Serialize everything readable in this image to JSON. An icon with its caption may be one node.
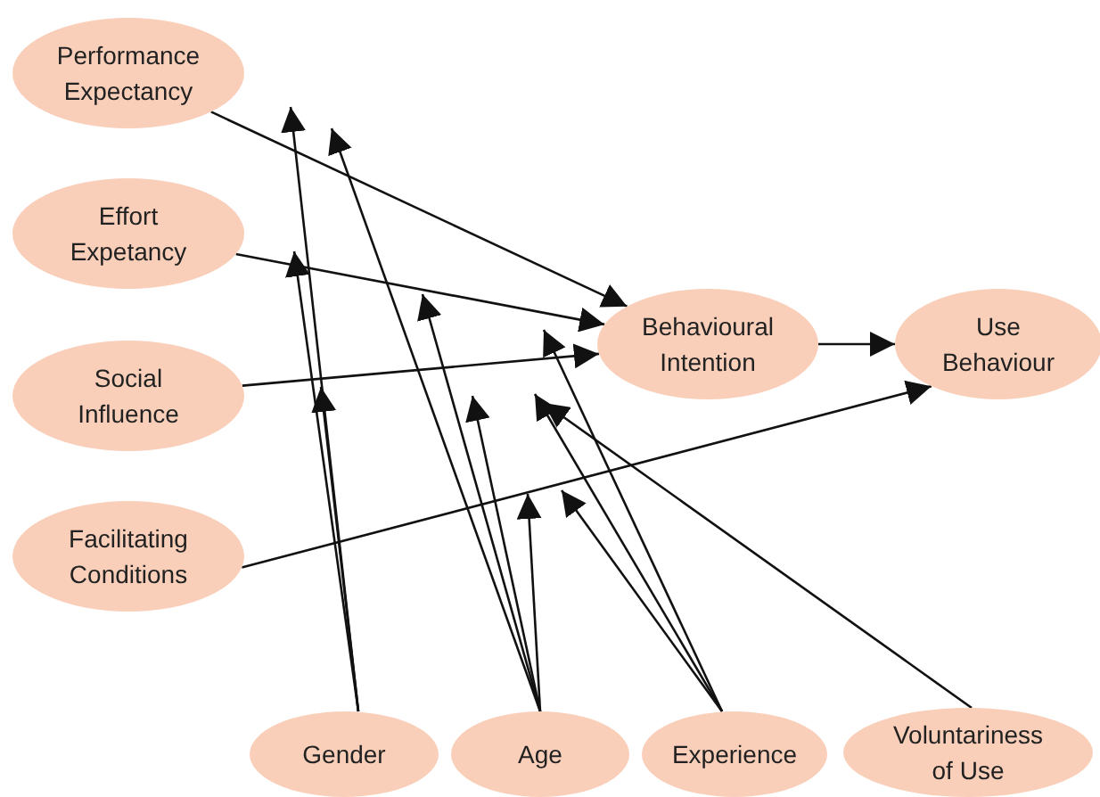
{
  "diagram": {
    "nodes": [
      {
        "text": [
          "Performance Expectancy"
        ]
      },
      {
        "text": [
          "Effort Expetancy"
        ]
      },
      {
        "text": [
          "Social Influence"
        ]
      },
      {
        "text": [
          "Facilitating Conditions"
        ]
      },
      {
        "text": [
          "Behavioural Intention"
        ]
      },
      {
        "text": [
          "Use Behaviour"
        ]
      },
      {
        "text": [
          "Gender"
        ]
      },
      {
        "text": [
          "Age"
        ]
      },
      {
        "text": [
          "Experience"
        ]
      },
      {
        "text": [
          "Voluntariness of Use"
        ]
      }
    ],
    "edges": [
      {
        "from": 0,
        "to": 4,
        "arrow": "to"
      },
      {
        "from": 1,
        "to": 4,
        "arrow": "to"
      },
      {
        "from": 2,
        "to": 4,
        "arrow": "to"
      },
      {
        "from": 3,
        "to": 5,
        "arrow": "to"
      },
      {
        "from": 4,
        "to": 5,
        "arrow": "to"
      },
      {
        "from": 6,
        "to": null,
        "arrow": "to"
      },
      {
        "from": 6,
        "to": null,
        "arrow": "to"
      },
      {
        "from": 6,
        "to": null,
        "arrow": "to"
      },
      {
        "from": 7,
        "to": null,
        "arrow": "to"
      },
      {
        "from": 7,
        "to": null,
        "arrow": "to"
      },
      {
        "from": 7,
        "to": null,
        "arrow": "to"
      },
      {
        "from": 7,
        "to": null,
        "arrow": "to"
      },
      {
        "from": 8,
        "to": null,
        "arrow": "to"
      },
      {
        "from": 8,
        "to": null,
        "arrow": "to"
      },
      {
        "from": 8,
        "to": null,
        "arrow": "to"
      },
      {
        "from": 9,
        "to": null,
        "arrow": "to"
      }
    ]
  }
}
